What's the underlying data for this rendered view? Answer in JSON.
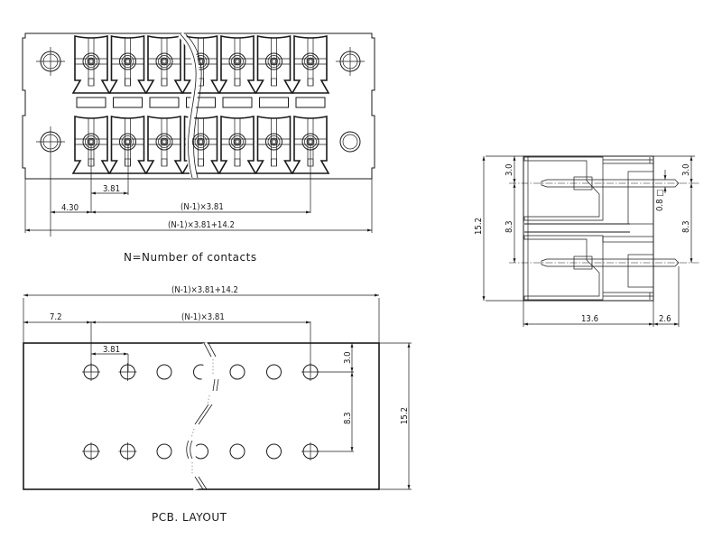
{
  "drawing": {
    "legend_text": "N=Number of contacts",
    "pcb_caption": "PCB. LAYOUT",
    "contacts_per_row_shown": 7,
    "rows": 2
  },
  "front_view": {
    "dims": {
      "pitch": "3.81",
      "edge_to_first": "4.30",
      "span": "(N-1)×3.81",
      "overall": "(N-1)×3.81+14.2"
    }
  },
  "side_view": {
    "dims": {
      "top_offset_left": "3.0",
      "row_spacing_left": "8.3",
      "height": "15.2",
      "top_offset_right": "3.0",
      "row_spacing_right": "8.3",
      "pin_size": "0.8 □",
      "body_depth": "13.6",
      "pin_protrusion": "2.6"
    }
  },
  "pcb_layout": {
    "dims": {
      "overall": "(N-1)×3.81+14.2",
      "edge_to_first": "7.2",
      "span": "(N-1)×3.81",
      "pitch": "3.81",
      "top_offset": "3.0",
      "row_spacing": "8.3",
      "height": "15.2"
    }
  }
}
